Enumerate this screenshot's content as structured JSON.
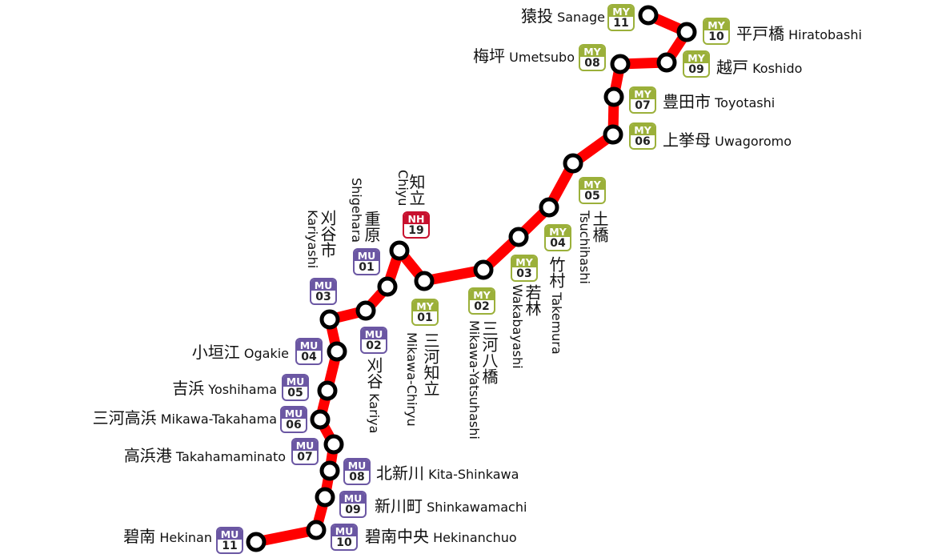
{
  "line_color": "#ff0000",
  "line_colors": {
    "MU": "#6b57a3",
    "MY": "#9bb03a",
    "NH": "#c8102e"
  },
  "stations": [
    {
      "code": "MU",
      "num": "11",
      "jp": "碧南",
      "en": "Hekinan"
    },
    {
      "code": "MU",
      "num": "10",
      "jp": "碧南中央",
      "en": "Hekinanchuo"
    },
    {
      "code": "MU",
      "num": "09",
      "jp": "新川町",
      "en": "Shinkawamachi"
    },
    {
      "code": "MU",
      "num": "08",
      "jp": "北新川",
      "en": "Kita-Shinkawa"
    },
    {
      "code": "MU",
      "num": "07",
      "jp": "高浜港",
      "en": "Takahamaminato"
    },
    {
      "code": "MU",
      "num": "06",
      "jp": "三河高浜",
      "en": "Mikawa-Takahama"
    },
    {
      "code": "MU",
      "num": "05",
      "jp": "吉浜",
      "en": "Yoshihama"
    },
    {
      "code": "MU",
      "num": "04",
      "jp": "小垣江",
      "en": "Ogakie"
    },
    {
      "code": "MU",
      "num": "03",
      "jp": "刈谷市",
      "en": "Kariyashi"
    },
    {
      "code": "MU",
      "num": "02",
      "jp": "刈谷",
      "en": "Kariya"
    },
    {
      "code": "MU",
      "num": "01",
      "jp": "重原",
      "en": "Shigehara"
    },
    {
      "code": "NH",
      "num": "19",
      "jp": "知立",
      "en": "Chiyu"
    },
    {
      "code": "MY",
      "num": "01",
      "jp": "三河知立",
      "en": "Mikawa-Chiryu"
    },
    {
      "code": "MY",
      "num": "02",
      "jp": "三河八橋",
      "en": "Mikawa-Yatsuhashi"
    },
    {
      "code": "MY",
      "num": "03",
      "jp": "若林",
      "en": "Wakabayashi"
    },
    {
      "code": "MY",
      "num": "04",
      "jp": "竹村",
      "en": "Takemura"
    },
    {
      "code": "MY",
      "num": "05",
      "jp": "土橋",
      "en": "Tsuchihashi"
    },
    {
      "code": "MY",
      "num": "06",
      "jp": "上挙母",
      "en": "Uwagoromo"
    },
    {
      "code": "MY",
      "num": "07",
      "jp": "豊田市",
      "en": "Toyotashi"
    },
    {
      "code": "MY",
      "num": "08",
      "jp": "梅坪",
      "en": "Umetsubo"
    },
    {
      "code": "MY",
      "num": "09",
      "jp": "越戸",
      "en": "Koshido"
    },
    {
      "code": "MY",
      "num": "10",
      "jp": "平戸橋",
      "en": "Hiratobashi"
    },
    {
      "code": "MY",
      "num": "11",
      "jp": "猿投",
      "en": "Sanage"
    }
  ]
}
